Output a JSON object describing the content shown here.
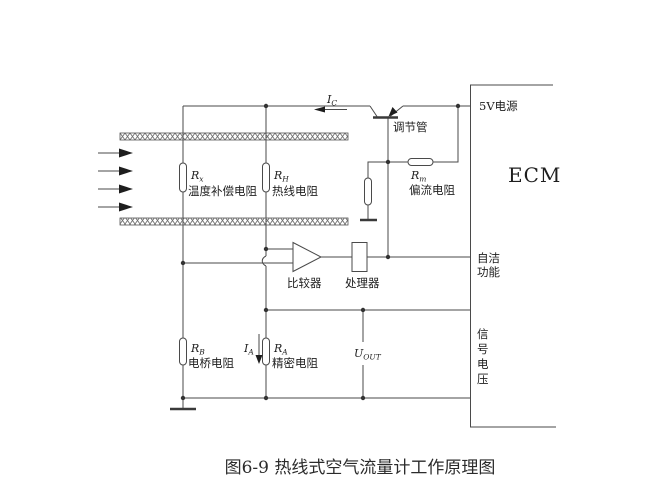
{
  "figure": {
    "caption": "图6-9 热线式空气流量计工作原理图"
  },
  "ecm": {
    "title": "ECM",
    "pins": {
      "power": "5V电源",
      "self_clean": [
        "自洁",
        "功能"
      ],
      "signal_voltage": [
        "信",
        "号",
        "电",
        "压"
      ]
    }
  },
  "components": {
    "transistor": "调节管",
    "comparator": "比较器",
    "processor": "处理器",
    "resistors": {
      "rx": {
        "sym": "R",
        "sub": "x",
        "name": "温度补偿电阻"
      },
      "rh": {
        "sym": "R",
        "sub": "H",
        "name": "热线电阻"
      },
      "rm": {
        "sym": "R",
        "sub": "m",
        "name": "偏流电阻"
      },
      "rb": {
        "sym": "R",
        "sub": "B",
        "name": "电桥电阻"
      },
      "ra": {
        "sym": "R",
        "sub": "A",
        "name": "精密电阻"
      }
    },
    "currents": {
      "ic": {
        "sym": "I",
        "sub": "C"
      },
      "ia": {
        "sym": "I",
        "sub": "A"
      }
    },
    "uout": {
      "sym": "U",
      "sub": "OUT"
    }
  },
  "colors": {
    "line": "#4a4a4a",
    "text": "#1e1e1e",
    "background": "#ffffff"
  }
}
